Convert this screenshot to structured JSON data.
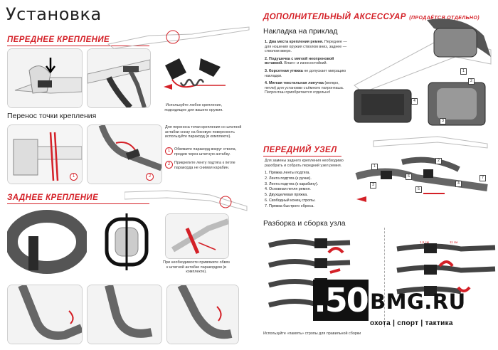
{
  "left": {
    "title": "Установка",
    "front": {
      "heading": "ПЕРЕДНЕЕ КРЕПЛЕНИЕ",
      "caption": "Используйте любое крепление, подходящее для вашего оружия."
    },
    "transfer": {
      "heading": "Перенос точки крепления",
      "intro": "Для переноса точки крепления со штатной антабки снизу на боковую поверхность используйте паракорд (в комплекте).",
      "steps": [
        {
          "num": "1",
          "text": "Обвяжите паракорд вокруг ствола, продев через штатную антабку."
        },
        {
          "num": "2",
          "text": "Прикрепите ленту подтяга к петле паракорда не снимая карабин."
        }
      ]
    },
    "rear": {
      "heading": "ЗАДНЕЕ КРЕПЛЕНИЕ",
      "caption": "При необходимости привяжите обвяз к штатной антабке паракордом (в комплекте)."
    }
  },
  "right": {
    "accessory": {
      "heading": "ДОПОЛНИТЕЛЬНЫЙ АКСЕССУАР",
      "note": "(ПРОДАЁТСЯ ОТДЕЛЬНО)",
      "subheading": "Накладка на приклад",
      "items": [
        {
          "num": "1.",
          "bold": "Два места крепления ремня.",
          "text": "Переднее — для ношения оружия стволом вниз, заднее — стволом вверх."
        },
        {
          "num": "2.",
          "bold": "Подушечка с мягкой неопреновой вставкой.",
          "text": "Влаго- и износостойкий."
        },
        {
          "num": "3.",
          "bold": "Корсетная утяжка",
          "text": "не допускает миграцию накладки."
        },
        {
          "num": "4.",
          "bold": "Мягкая текстильная липучка",
          "text": "(велкро, петли) для установки съёмного патронташа. Патронташ приобретается отдельно!"
        }
      ],
      "callouts": [
        "1",
        "2",
        "3",
        "4"
      ]
    },
    "knot": {
      "heading": "ПЕРЕДНИЙ УЗЕЛ",
      "intro": "Для замены заднего крепления необходимо разобрать и собрать передний узел ремня.",
      "items": [
        "1. Пряжка ленты подтяга.",
        "2. Лента подтяга (к ручке).",
        "3. Лента подтяга (к карабину).",
        "4. Основная петля ремня.",
        "5. Двухщелевая пряжка.",
        "6. Свободный конец стропы.",
        "7. Пряжка быстрого сброса."
      ],
      "callouts": [
        "1",
        "2",
        "3",
        "4",
        "5",
        "6",
        "7"
      ]
    },
    "assembly": {
      "heading": "Разборка и сборка узла",
      "footer": "Используйте «память» стропы для правильной сборки",
      "dims": [
        "1,5 см",
        "11 см"
      ]
    }
  },
  "logo": {
    "number": ".50",
    "brand": "BMG.RU",
    "tagline": "охота | спорт | тактика"
  },
  "colors": {
    "accent": "#d42027",
    "dark": "#222222",
    "strap": "#6b6b6b"
  }
}
